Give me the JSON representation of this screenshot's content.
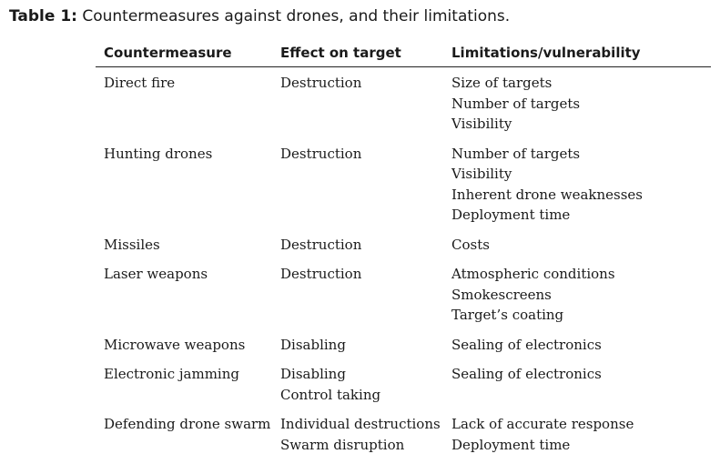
{
  "caption": {
    "label": "Table 1:",
    "text": "Countermeasures against drones, and their limitations."
  },
  "headers": [
    "Countermeasure",
    "Effect on target",
    "Limitations/vulnerability"
  ],
  "rows": [
    {
      "countermeasure": [
        "Direct fire"
      ],
      "effect": [
        "Destruction"
      ],
      "limitations": [
        "Size of targets",
        "Number of targets",
        "Visibility"
      ]
    },
    {
      "countermeasure": [
        "Hunting drones"
      ],
      "effect": [
        "Destruction"
      ],
      "limitations": [
        "Number of targets",
        "Visibility",
        "Inherent drone weaknesses",
        "Deployment time"
      ]
    },
    {
      "countermeasure": [
        "Missiles"
      ],
      "effect": [
        "Destruction"
      ],
      "limitations": [
        "Costs"
      ]
    },
    {
      "countermeasure": [
        "Laser weapons"
      ],
      "effect": [
        "Destruction"
      ],
      "limitations": [
        "Atmospheric conditions",
        "Smokescreens",
        "Target’s coating"
      ]
    },
    {
      "countermeasure": [
        "Microwave weapons"
      ],
      "effect": [
        "Disabling"
      ],
      "limitations": [
        "Sealing of electronics"
      ]
    },
    {
      "countermeasure": [
        "Electronic jamming"
      ],
      "effect": [
        "Disabling",
        "Control taking"
      ],
      "limitations": [
        "Sealing of electronics"
      ]
    },
    {
      "countermeasure": [
        "Defending drone swarm"
      ],
      "effect": [
        "Individual destructions",
        "Swarm disruption"
      ],
      "limitations": [
        "Lack of accurate response",
        "Deployment time"
      ]
    }
  ]
}
